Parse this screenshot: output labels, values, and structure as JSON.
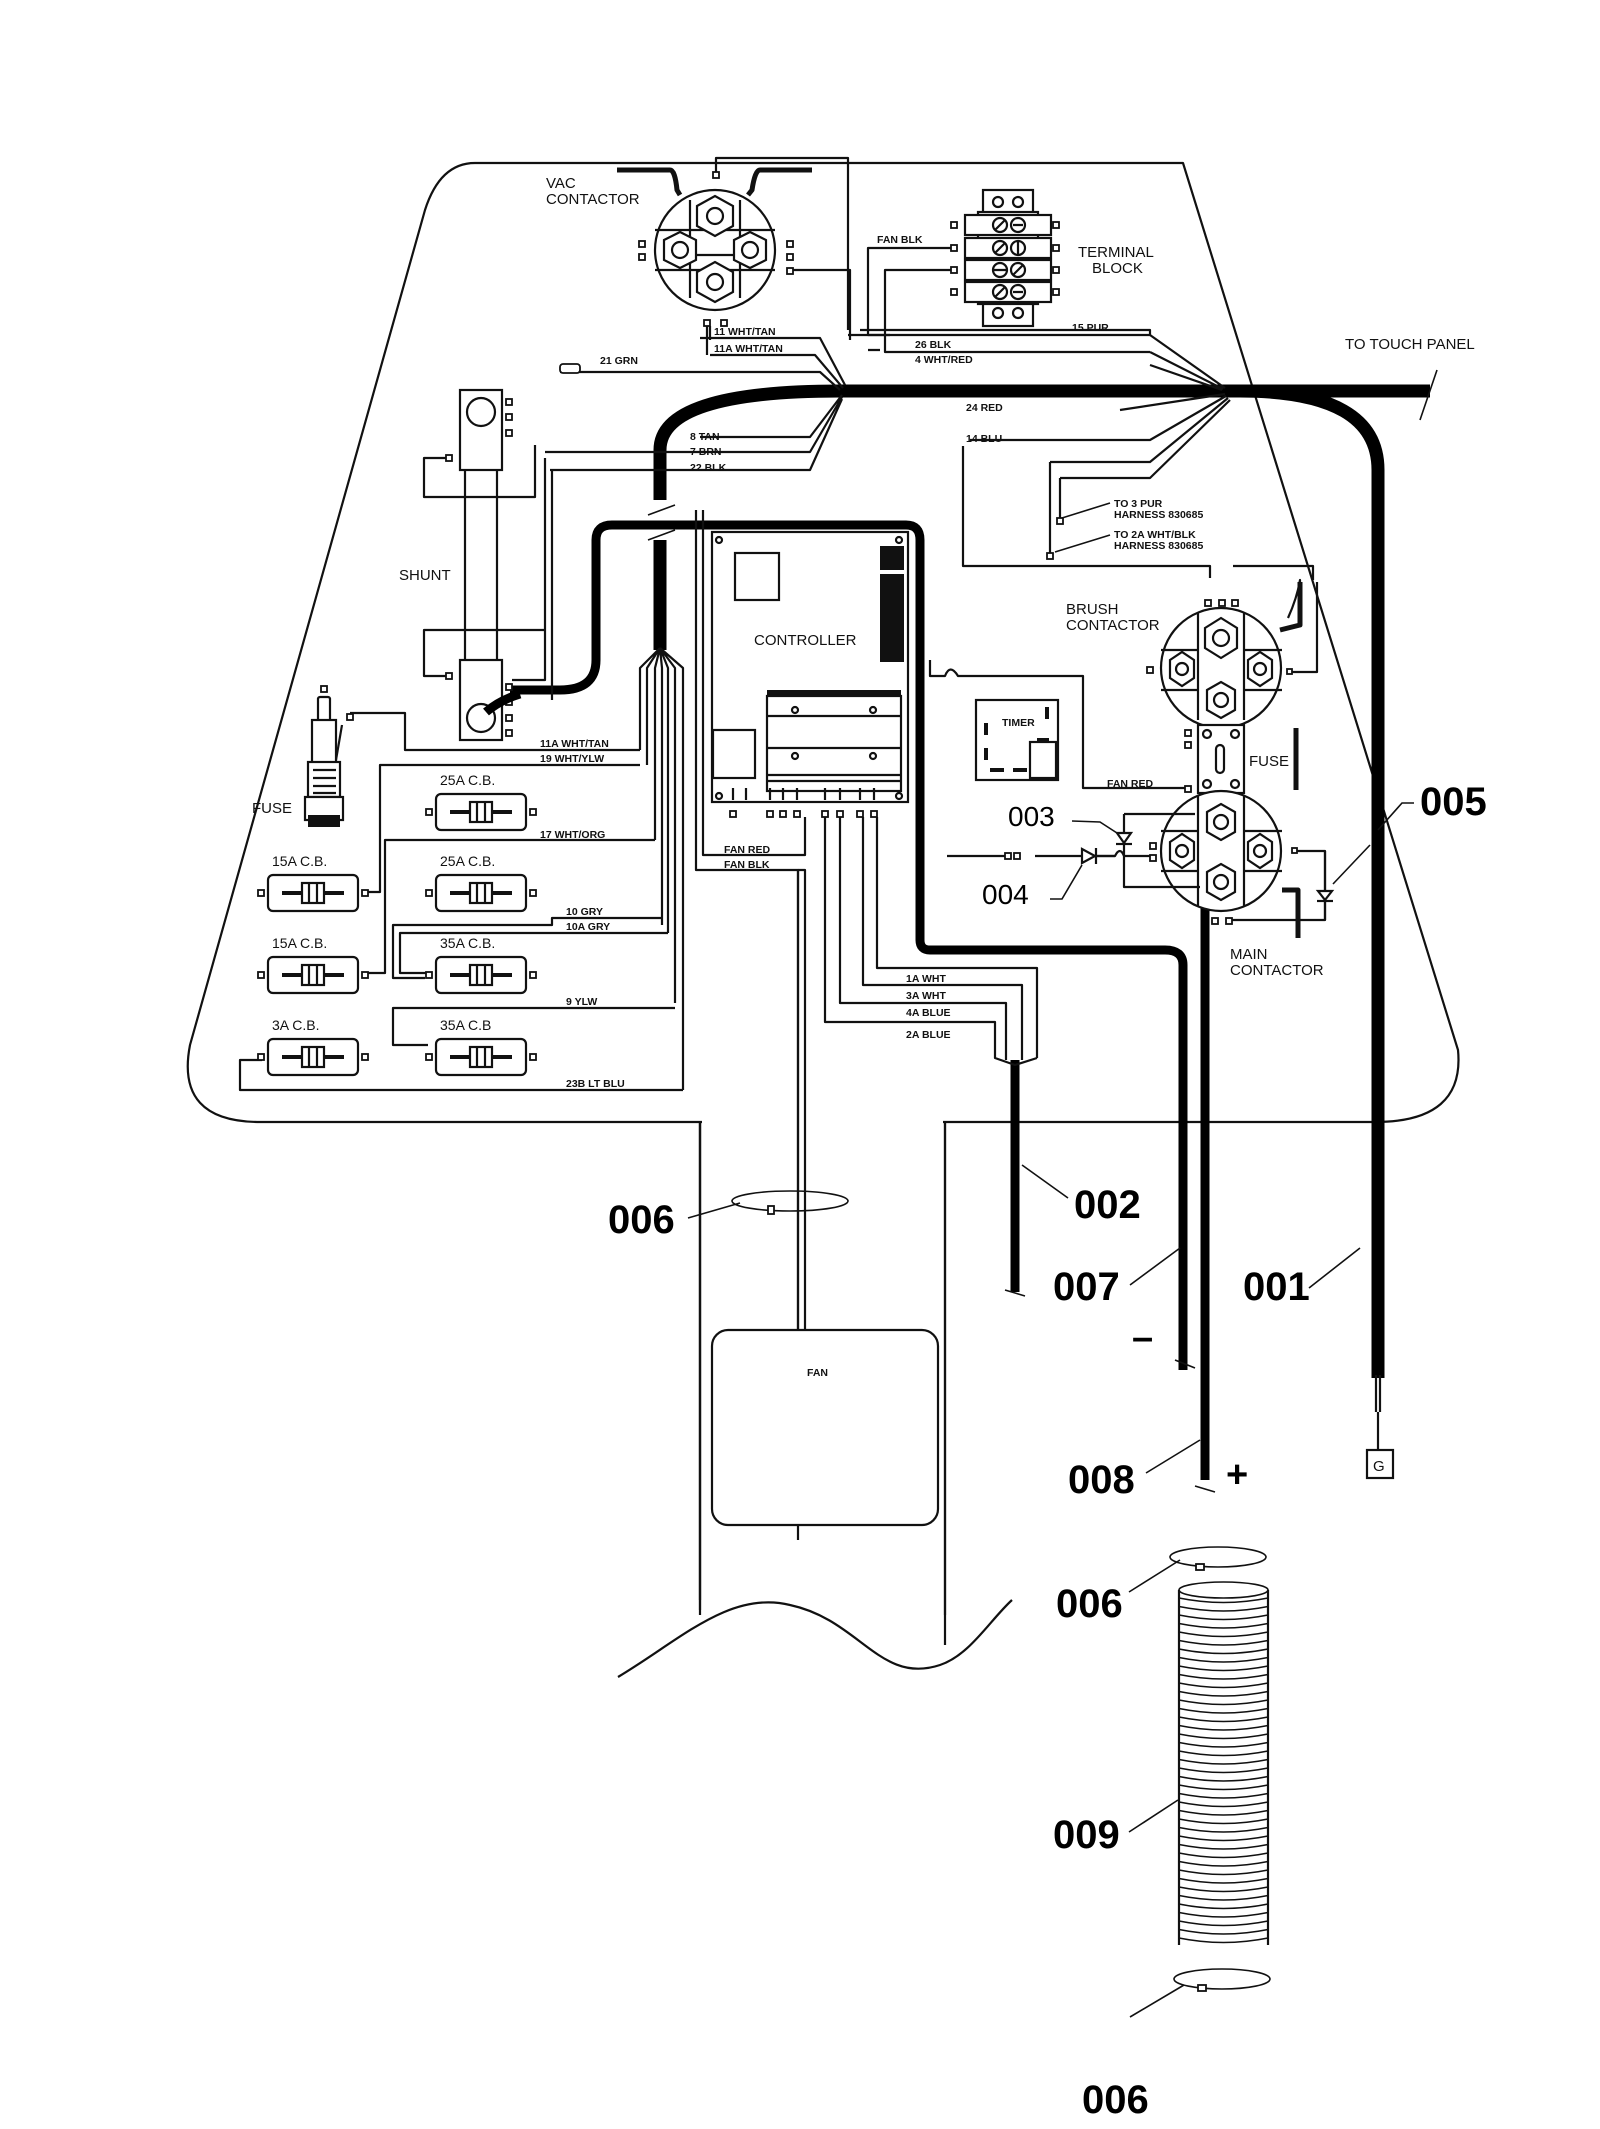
{
  "components": {
    "vac_contactor": [
      "VAC",
      "CONTACTOR"
    ],
    "terminal_block": [
      "TERMINAL",
      "BLOCK"
    ],
    "to_touch_panel": "TO TOUCH PANEL",
    "shunt": "SHUNT",
    "controller": "CONTROLLER",
    "brush_contactor": [
      "BRUSH",
      "CONTACTOR"
    ],
    "timer": "TIMER",
    "fuse_main": "FUSE",
    "fuse_left": "FUSE",
    "main_contactor": [
      "MAIN",
      "CONTACTOR"
    ],
    "fan": "FAN",
    "ground_terminal": "G",
    "harness_notes": [
      [
        "TO 3 PUR",
        "HARNESS 830685"
      ],
      [
        "TO 2A WHT/BLK",
        "HARNESS 830685"
      ]
    ]
  },
  "circuit_breakers": [
    {
      "label": "25A C.B."
    },
    {
      "label": "25A C.B."
    },
    {
      "label": "15A C.B."
    },
    {
      "label": "15A C.B."
    },
    {
      "label": "35A C.B."
    },
    {
      "label": "3A C.B."
    },
    {
      "label": "35A C.B"
    }
  ],
  "wires": {
    "w11_wht_tan": "11 WHT/TAN",
    "w11a_wht_tan_top": "11A WHT/TAN",
    "w21_grn": "21 GRN",
    "fan_blk_top": "FAN BLK",
    "w26_blk": "26 BLK",
    "w4_wht_red": "4 WHT/RED",
    "w15_pur": "15 PUR",
    "w24_red": "24 RED",
    "w14_blu": "14 BLU",
    "w8_tan": "8 TAN",
    "w7_brn": "7  BRN",
    "w22_blk": "22 BLK",
    "w11a_wht_tan_low": "11A WHT/TAN",
    "w19_wht_ylw": "19 WHT/YLW",
    "w17_wht_org": "17 WHT/ORG",
    "w10_gry": "10 GRY",
    "w10a_gry": "10A GRY",
    "w9_ylw": "9 YLW",
    "w23b_lt_blu": "23B LT BLU",
    "fan_red_ctrl": "FAN RED",
    "fan_blk_ctrl": "FAN BLK",
    "fan_red_timer": "FAN RED",
    "w1a_wht": "1A WHT",
    "w3a_wht": "3A WHT",
    "w4a_blue": "4A BLUE",
    "w2a_blue": "2A BLUE"
  },
  "callouts": {
    "c001": "001",
    "c002": "002",
    "c003": "003",
    "c004": "004",
    "c005": "005",
    "c006_a": "006",
    "c006_b": "006",
    "c006_c": "006",
    "c007": "007",
    "c008": "008",
    "c009": "009"
  },
  "polarity": {
    "negative": "–",
    "positive": "+"
  }
}
